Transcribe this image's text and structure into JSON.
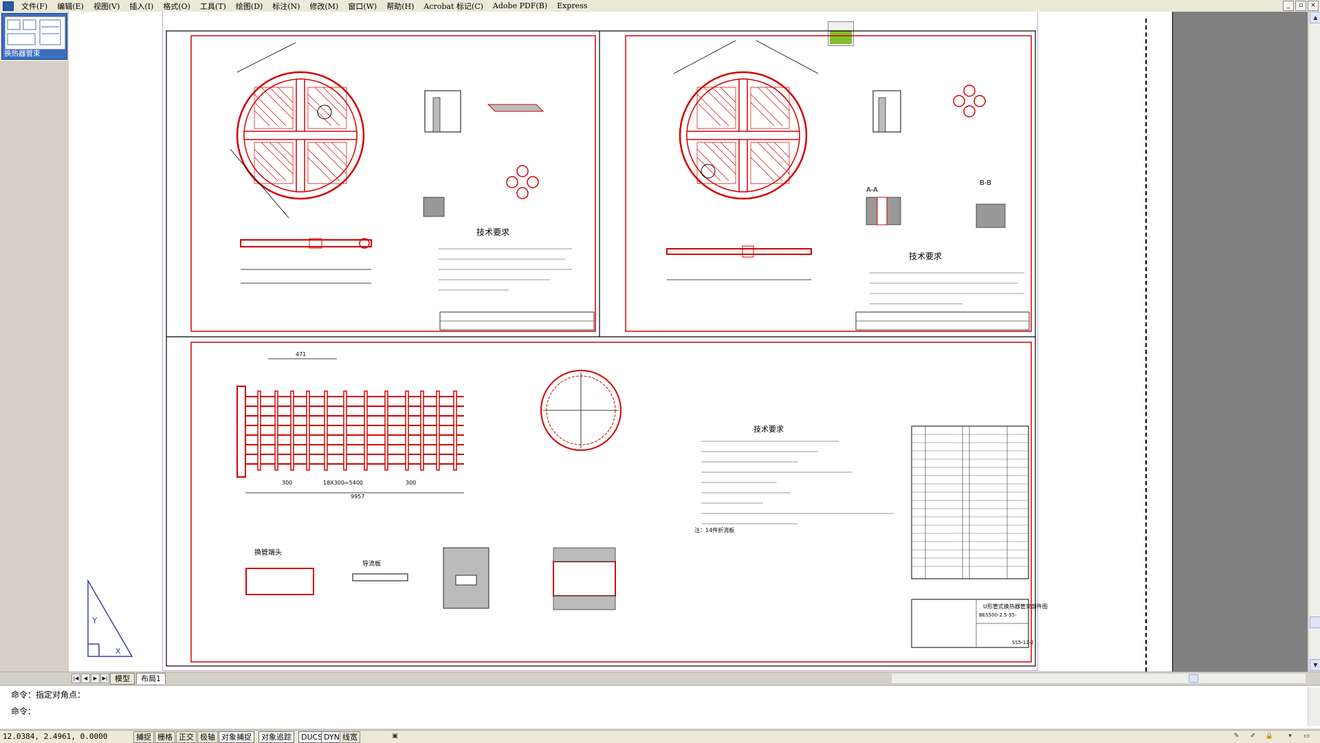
{
  "menubar": {
    "items": [
      "文件(F)",
      "编辑(E)",
      "视图(V)",
      "插入(I)",
      "格式(O)",
      "工具(T)",
      "绘图(D)",
      "标注(N)",
      "修改(M)",
      "窗口(W)",
      "帮助(H)",
      "Acrobat 标记(C)",
      "Adobe PDF(B)",
      "Express"
    ]
  },
  "window_controls": {
    "minimize": "_",
    "restore": "▫",
    "close": "×"
  },
  "thumbnail": {
    "label": "换热器管束"
  },
  "drawing": {
    "title_block": {
      "title": "U形管式换热器管束部件图",
      "model": "BES500-2.5-55-",
      "drawing_no": "SS5-12-2"
    },
    "tech_requirements_heading": "技术要求",
    "view_labels": {
      "dim_471": "471",
      "dim_9957": "9957",
      "dim_300a": "300",
      "dim_300b": "300",
      "dim_5400": "18X300=5400"
    },
    "section_labels": {
      "pipe_end": "换管端头",
      "fixed_plate": "导流板",
      "section_AA": "A-A",
      "section_BB": "B-B"
    },
    "note": "注：14件折流板"
  },
  "layout_tabs": {
    "model": "模型",
    "layout1": "布局1"
  },
  "command": {
    "line1": "命令：指定对角点：",
    "line2": "命令："
  },
  "status": {
    "coordinates": "12.0384, 2.4961, 0.0000",
    "buttons": [
      {
        "label": "捕捉",
        "on": false
      },
      {
        "label": "栅格",
        "on": false
      },
      {
        "label": "正交",
        "on": false
      },
      {
        "label": "极轴",
        "on": false
      },
      {
        "label": "对象捕捉",
        "on": true
      },
      {
        "label": "对象追踪",
        "on": true
      },
      {
        "label": "DUCS",
        "on": true
      },
      {
        "label": "DYN",
        "on": true
      },
      {
        "label": "线宽",
        "on": false
      }
    ]
  },
  "colors": {
    "drawing_red": "#d40000",
    "accent_green": "#7ec12b",
    "sheet_border": "#bfa0d8"
  }
}
